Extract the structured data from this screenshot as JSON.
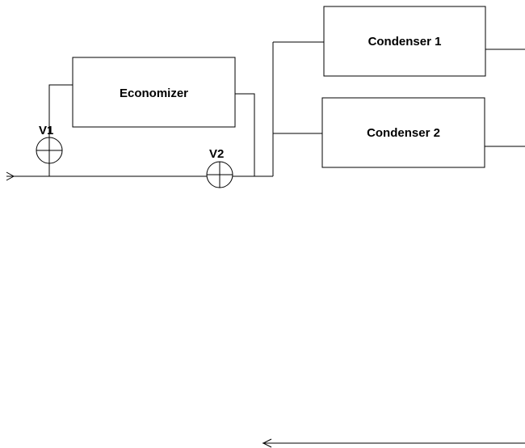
{
  "diagram": {
    "components": [
      {
        "id": "economizer",
        "label": "Economizer"
      },
      {
        "id": "condenser-1",
        "label": "Condenser 1"
      },
      {
        "id": "condenser-2",
        "label": "Condenser 2"
      }
    ],
    "valves": [
      {
        "id": "v1",
        "label": "V1"
      },
      {
        "id": "v2",
        "label": "V2"
      }
    ],
    "colors": {
      "stroke": "#000000",
      "background": "#ffffff"
    }
  }
}
